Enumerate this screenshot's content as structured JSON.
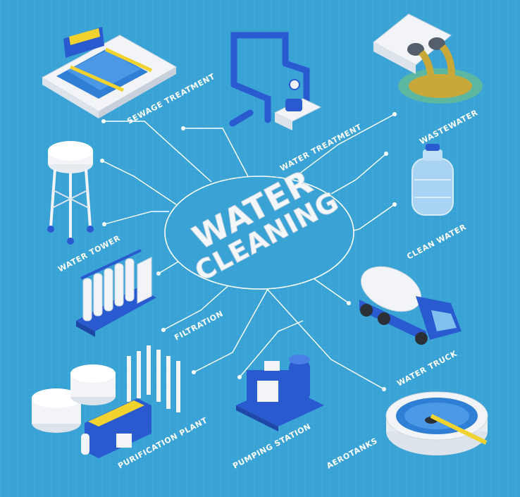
{
  "title": {
    "line1": "WATER",
    "line2": "CLEANING"
  },
  "nodes": [
    {
      "id": "sewage-treatment",
      "label": "SEWAGE TREATMENT"
    },
    {
      "id": "water-treatment",
      "label": "WATER TREATMENT"
    },
    {
      "id": "wastewater",
      "label": "WASTEWATER"
    },
    {
      "id": "water-tower",
      "label": "WATER TOWER"
    },
    {
      "id": "clean-water",
      "label": "CLEAN WATER"
    },
    {
      "id": "filtration",
      "label": "FILTRATION"
    },
    {
      "id": "water-truck",
      "label": "WATER TRUCK"
    },
    {
      "id": "purification-plant",
      "label": "PURIFICATION PLANT"
    },
    {
      "id": "pumping-station",
      "label": "PUMPING STATION"
    },
    {
      "id": "aerotanks",
      "label": "AEROTANKS"
    }
  ],
  "colors": {
    "background": "#3aa3d6",
    "grid": "#4fb0de",
    "lines": "#ffffff",
    "equipment_blue": "#2a5ad0",
    "equipment_white": "#f2f4f7",
    "accent_yellow": "#f2d22e",
    "sludge": "#c9a83a"
  }
}
